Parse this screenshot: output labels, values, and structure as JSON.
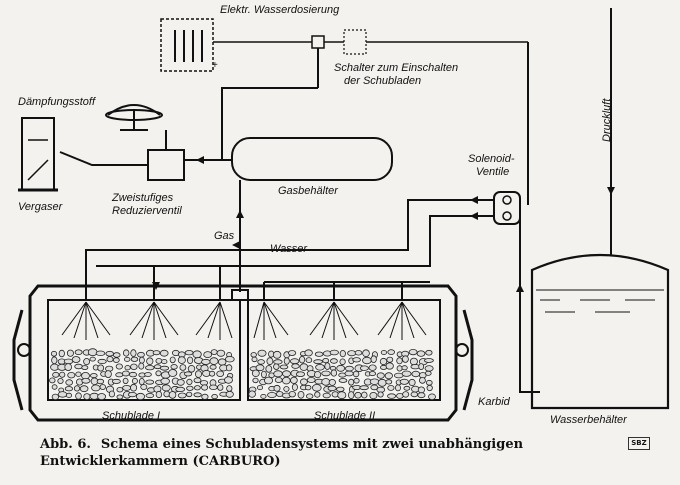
{
  "labels": {
    "elektr_wasserdosierung": "Elektr. Wasserdosierung",
    "daempfungsstoff": "Dämpfungsstoff",
    "schalter_line1": "Schalter zum Einschalten",
    "schalter_line2": "der Schubladen",
    "druckluft": "Druckluft",
    "gasbehaelter": "Gasbehälter",
    "solenoid_line1": "Solenoid-",
    "solenoid_line2": "Ventile",
    "vergaser": "Vergaser",
    "reduzier_line1": "Zweistufiges",
    "reduzier_line2": "Reduzierventil",
    "gas": "Gas",
    "wasser": "Wasser",
    "schublade_1": "Schublade I",
    "schublade_2": "Schublade II",
    "karbid": "Karbid",
    "wasserbehaelter": "Wasserbehälter"
  },
  "caption": {
    "line1_prefix": "Abb. 6.",
    "line1_rest": "Schema eines Schubladensystems mit zwei unabhängigen",
    "line2": "Entwicklerkammern (CARBURO)",
    "badge": "SBZ"
  },
  "battery_plus": "+"
}
